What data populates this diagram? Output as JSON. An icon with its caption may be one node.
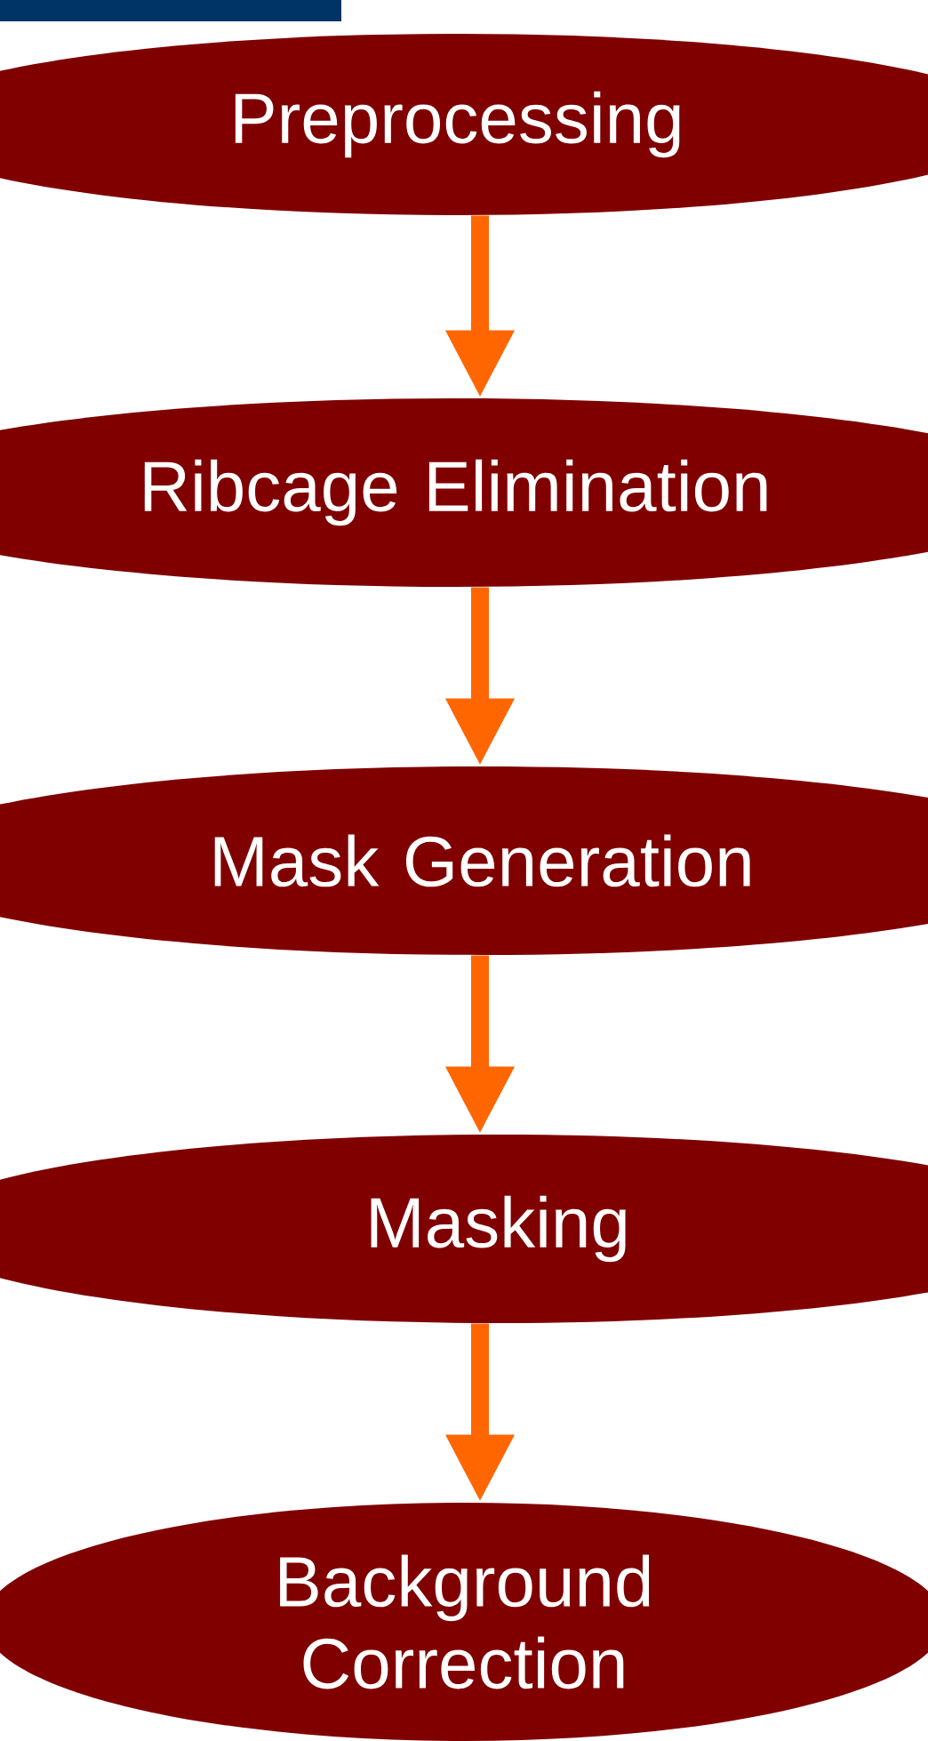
{
  "diagram": {
    "nodes": [
      {
        "text": [
          "Preprocessing"
        ]
      },
      {
        "text": [
          "Ribcage Elimination"
        ]
      },
      {
        "text": [
          "Mask Generation"
        ]
      },
      {
        "text": [
          "Masking"
        ]
      },
      {
        "text": [
          "Background Correction"
        ]
      }
    ],
    "edges": [
      {
        "from": 0,
        "to": 1,
        "arrow": "to"
      },
      {
        "from": 1,
        "to": 2,
        "arrow": "to"
      },
      {
        "from": 2,
        "to": 3,
        "arrow": "to"
      },
      {
        "from": 3,
        "to": 4,
        "arrow": "to"
      }
    ]
  }
}
